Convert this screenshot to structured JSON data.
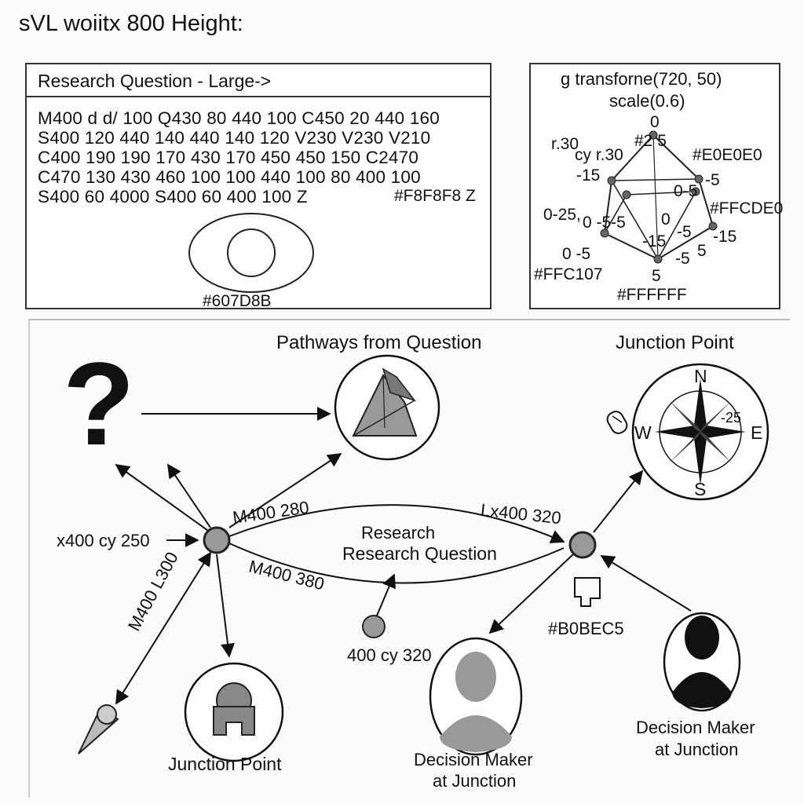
{
  "header": {
    "title": "sVL  woiitx 800 Height:"
  },
  "left_panel": {
    "title": "Research Question - Large->",
    "path_lines": [
      "M400 d d/ 100  Q430 80 440 100  C450 20 440 160",
      "S400 120 440 140 440 140 120 V230 V230 V210",
      "C400 190 190 170 430 170 450  450 150 C2470",
      "C470 130 430 460 100 100 440 100 80 400 100",
      "S400 60 4000 S400 60 400  100 Z"
    ],
    "fill_label": "#F8F8F8 Z",
    "color_label": "#607D8B"
  },
  "right_panel": {
    "line1": "g transforne(720, 50)",
    "line2": "scale(0.6)",
    "labels": [
      {
        "id": "zero-top",
        "text": "0"
      },
      {
        "id": "r30",
        "text": "r.30"
      },
      {
        "id": "n25",
        "text": "#2  5"
      },
      {
        "id": "cyr30",
        "text": "cy r.30"
      },
      {
        "id": "e0",
        "text": "#E0E0E0"
      },
      {
        "id": "m15a",
        "text": "-15"
      },
      {
        "id": "m5a",
        "text": "-5"
      },
      {
        "id": "z5a",
        "text": "0-5"
      },
      {
        "id": "ffc",
        "text": "#FFCDE0"
      },
      {
        "id": "z25",
        "text": "0-25,"
      },
      {
        "id": "z55",
        "text": "0 -5-5"
      },
      {
        "id": "zero-mid",
        "text": "0"
      },
      {
        "id": "m15b",
        "text": "-15"
      },
      {
        "id": "m5b",
        "text": "-5"
      },
      {
        "id": "m15c",
        "text": "-15"
      },
      {
        "id": "five-a",
        "text": "5"
      },
      {
        "id": "z5b",
        "text": "0 -5"
      },
      {
        "id": "m5c",
        "text": "-5"
      },
      {
        "id": "ffc107",
        "text": "#FFC107"
      },
      {
        "id": "five-b",
        "text": "5"
      },
      {
        "id": "ffffff",
        "text": "#FFFFFF"
      }
    ]
  },
  "diagram": {
    "pathways_title": "Pathways from Question",
    "junction_title": "Junction Point",
    "question_mark": "?",
    "compass": {
      "n": "N",
      "s": "S",
      "e": "E",
      "w": "W",
      "deg": "-25"
    },
    "path_label_upper": "M400 280",
    "path_label_lower": "M400 380",
    "path_label_right": "Lx400 320",
    "center_label_1": "Research",
    "center_label_2": "Research Question",
    "left_coord": "x400 cy 250",
    "diag_label": "M400 L300",
    "bottom_coord": "400 cy 320",
    "color_label": "#B0BEC5",
    "junction_bottom_label": "Junction Point",
    "decision_left_1": "Decision Maker",
    "decision_left_2": "at Junction",
    "decision_right_1": "Decision Maker",
    "decision_right_2": "at Junction"
  }
}
